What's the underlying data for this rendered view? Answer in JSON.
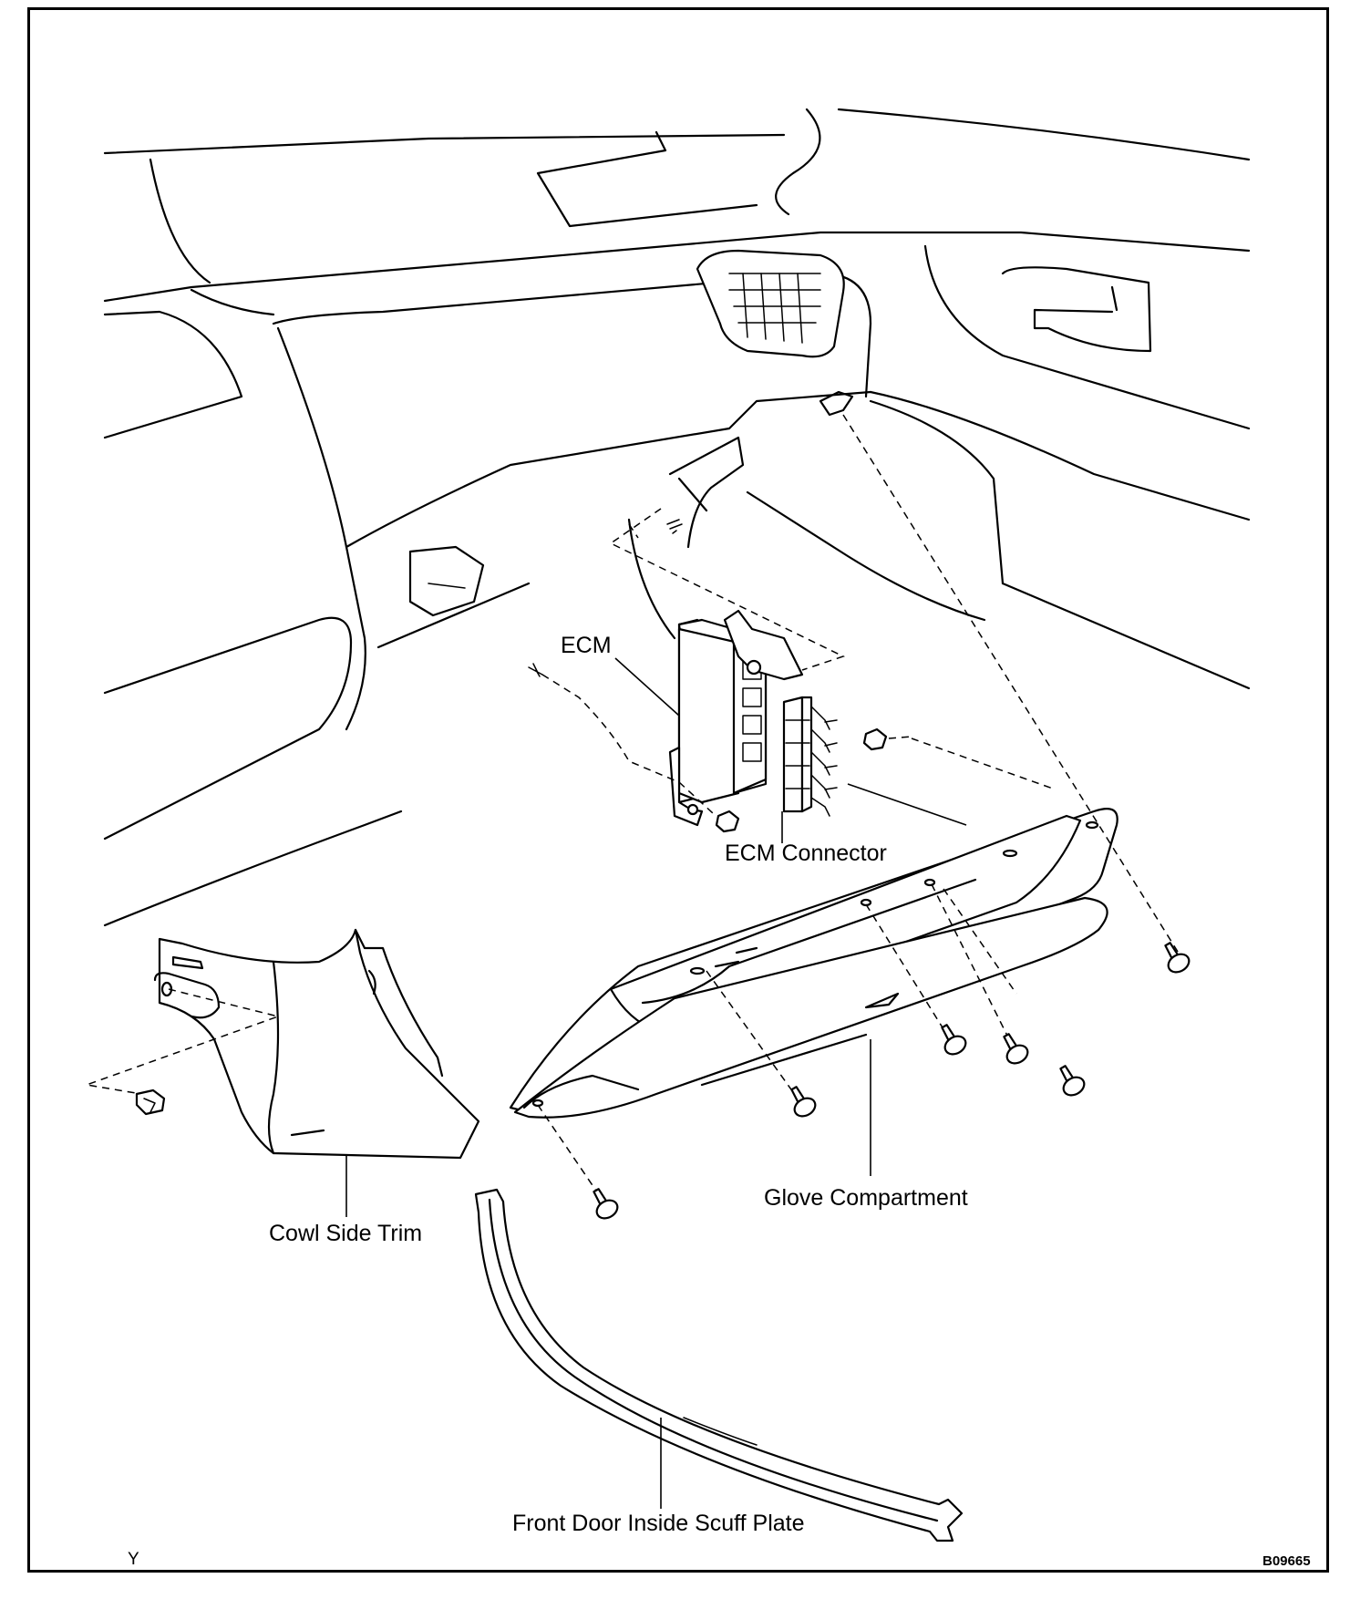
{
  "labels": {
    "ecm": "ECM",
    "ecm_connector": "ECM Connector",
    "glove_compartment": "Glove Compartment",
    "cowl_side_trim": "Cowl Side Trim",
    "scuff_plate": "Front Door Inside Scuff Plate"
  },
  "corner_marks": {
    "left": "Y",
    "figure_code": "B09665"
  }
}
